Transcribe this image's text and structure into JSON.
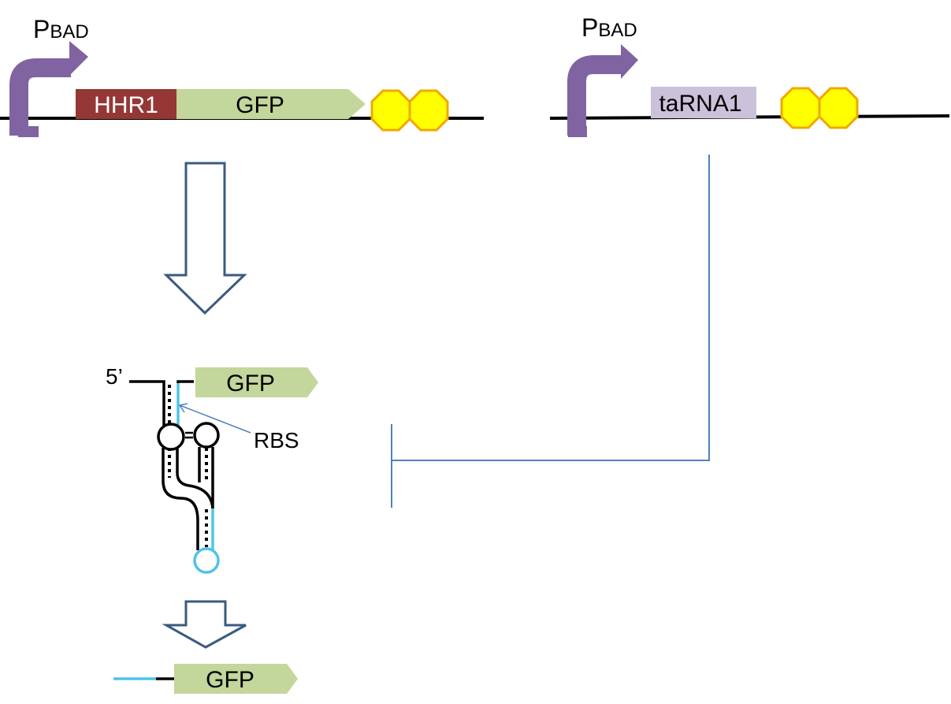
{
  "promoter_left": {
    "label": "P",
    "subscript": "BAD"
  },
  "promoter_right": {
    "label": "P",
    "subscript": "BAD"
  },
  "construct_left": {
    "hhr_label": "HHR1",
    "gfp_label": "GFP"
  },
  "construct_right": {
    "tarna_label": "taRNA1"
  },
  "rna_structure": {
    "five_prime_label": "5’",
    "gfp_label": "GFP",
    "rbs_label": "RBS"
  },
  "product": {
    "gfp_label": "GFP"
  },
  "colors": {
    "promoter": "#8064a2",
    "hhr": "#953735",
    "gfp": "#c3d69b",
    "tarna": "#ccc1da",
    "terminator_fill": "#ffff00",
    "terminator_stroke": "#f0a800",
    "arrow_outline": "#3a5a80",
    "inhibition_line": "#4f81bd",
    "rbs_strand": "#4fc3e8",
    "backbone": "#000000"
  },
  "icons": {
    "promoter": "bent-arrow-icon",
    "terminator": "double-octagon-terminator-icon",
    "process_arrow": "hollow-down-arrow-icon",
    "inhibition": "t-bar-inhibition-icon"
  }
}
